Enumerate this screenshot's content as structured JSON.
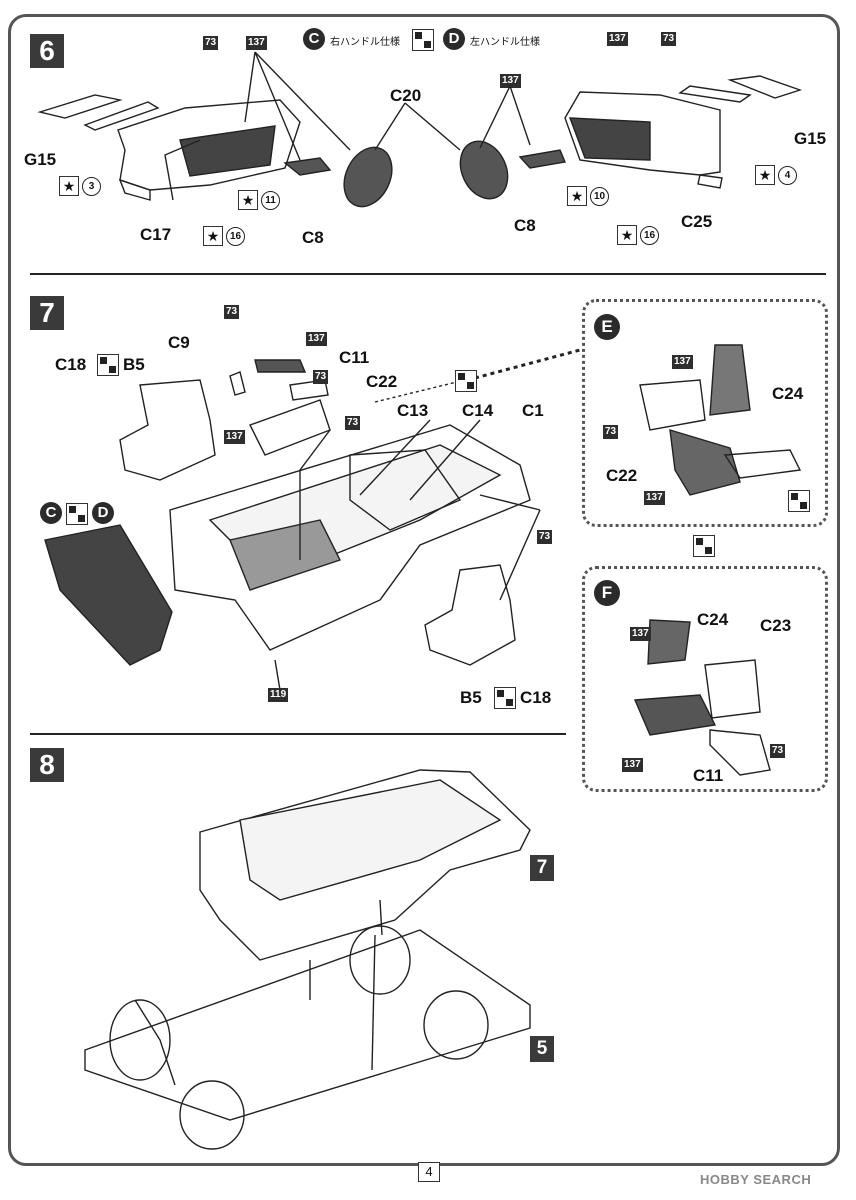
{
  "page": {
    "number": "4",
    "watermark": "HOBBY SEARCH"
  },
  "legend": {
    "c_label": "右ハンドル仕様",
    "d_label": "左ハンドル仕様",
    "c_letter": "C",
    "d_letter": "D"
  },
  "step6": {
    "number": "6",
    "codes": [
      "73",
      "137",
      "137",
      "73",
      "137"
    ],
    "left_parts": {
      "g15": "G15",
      "c17": "C17",
      "c8": "C8",
      "c20": "C20"
    },
    "right_parts": {
      "g15": "G15",
      "c25": "C25",
      "c8": "C8"
    },
    "markers": {
      "m3": "3",
      "m11": "11",
      "m16a": "16",
      "m10": "10",
      "m4": "4",
      "m16b": "16"
    }
  },
  "step7": {
    "number": "7",
    "parts": {
      "c9": "C9",
      "c11": "C11",
      "c22": "C22",
      "c13": "C13",
      "c14": "C14",
      "c1": "C1",
      "c18_b5_a_left": "C18",
      "c18_b5_a_right": "B5",
      "c18_b5_b_left": "B5",
      "c18_b5_b_right": "C18"
    },
    "codes": {
      "a": "73",
      "b": "137",
      "c": "73",
      "d": "137",
      "e": "73",
      "f": "73",
      "g": "119"
    },
    "c_letter": "C",
    "d_letter": "D"
  },
  "detailE": {
    "letter": "E",
    "c24": "C24",
    "c22": "C22",
    "codes": [
      "137",
      "73",
      "137"
    ]
  },
  "detailF": {
    "letter": "F",
    "c24": "C24",
    "c23": "C23",
    "c11": "C11",
    "codes": [
      "137",
      "73",
      "137"
    ]
  },
  "step8": {
    "number": "8",
    "ref7": "7",
    "ref5": "5"
  }
}
